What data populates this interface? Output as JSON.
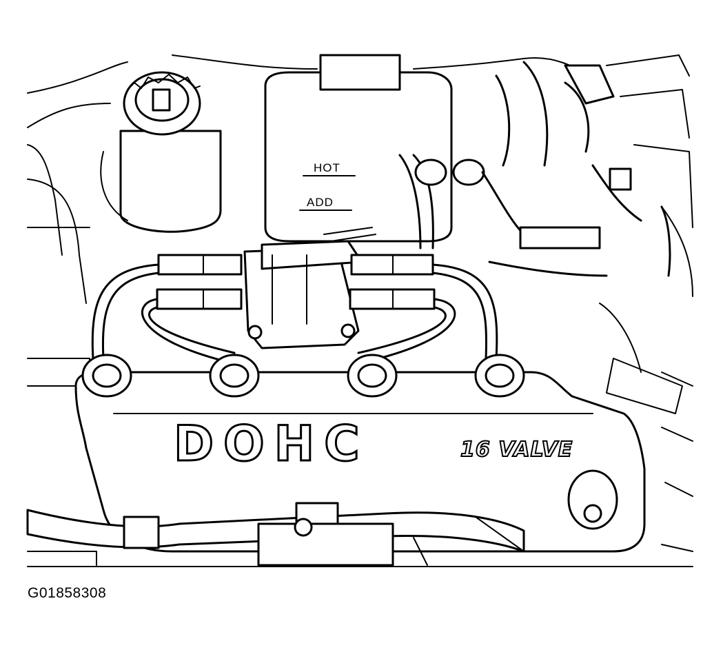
{
  "diagram": {
    "reservoir_marks": {
      "hot": "HOT",
      "add": "ADD"
    },
    "valve_cover": {
      "brand_text": "DOHC",
      "valve_text": "16 VALVE"
    },
    "figure_id": "G01858308",
    "colors": {
      "ink": "#000000",
      "background": "#ffffff"
    }
  }
}
